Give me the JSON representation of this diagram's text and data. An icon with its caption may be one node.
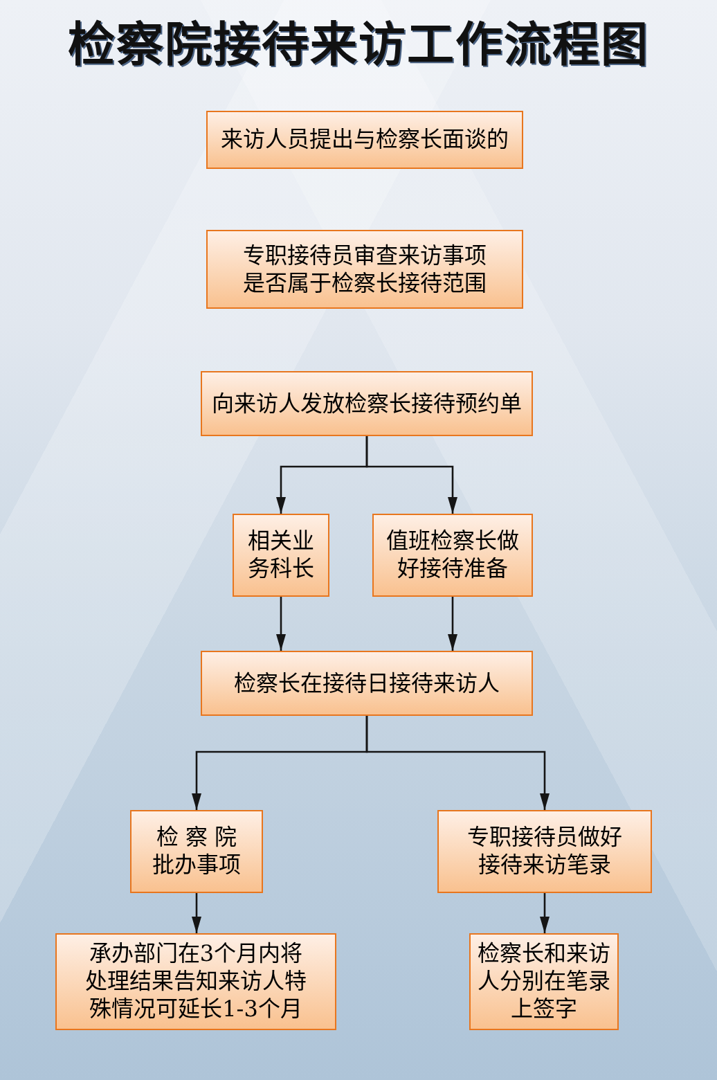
{
  "diagram": {
    "title": "检察院接待来访工作流程图",
    "nodes": [
      {
        "text": [
          "来访人员提出与检察长面谈的"
        ]
      },
      {
        "text": [
          "专职接待员审查来访事项是否属于检察长接待范围"
        ]
      },
      {
        "text": [
          "向来访人发放检察长接待预约单"
        ]
      },
      {
        "text": [
          "相关业务科长"
        ]
      },
      {
        "text": [
          "值班检察长做好接待准备"
        ]
      },
      {
        "text": [
          "检察长在接待日接待来访人"
        ]
      },
      {
        "text": [
          "检 察 院批办事项"
        ]
      },
      {
        "text": [
          "专职接待员做好接待来访笔录"
        ]
      },
      {
        "text": [
          "承办部门在3个月内将处理结果告知来访人特殊情况可延长1-3个月"
        ]
      },
      {
        "text": [
          "检察长和来访人分别在笔录上签字"
        ]
      }
    ],
    "edges": [
      {
        "from": 2,
        "to": 3,
        "arrow": "to"
      },
      {
        "from": 2,
        "to": 4,
        "arrow": "to"
      },
      {
        "from": 3,
        "to": 5,
        "arrow": "to"
      },
      {
        "from": 4,
        "to": 5,
        "arrow": "to"
      },
      {
        "from": 5,
        "to": 6,
        "arrow": "to"
      },
      {
        "from": 5,
        "to": 7,
        "arrow": "to"
      },
      {
        "from": 6,
        "to": 8,
        "arrow": "to"
      },
      {
        "from": 7,
        "to": 9,
        "arrow": "to"
      }
    ]
  }
}
